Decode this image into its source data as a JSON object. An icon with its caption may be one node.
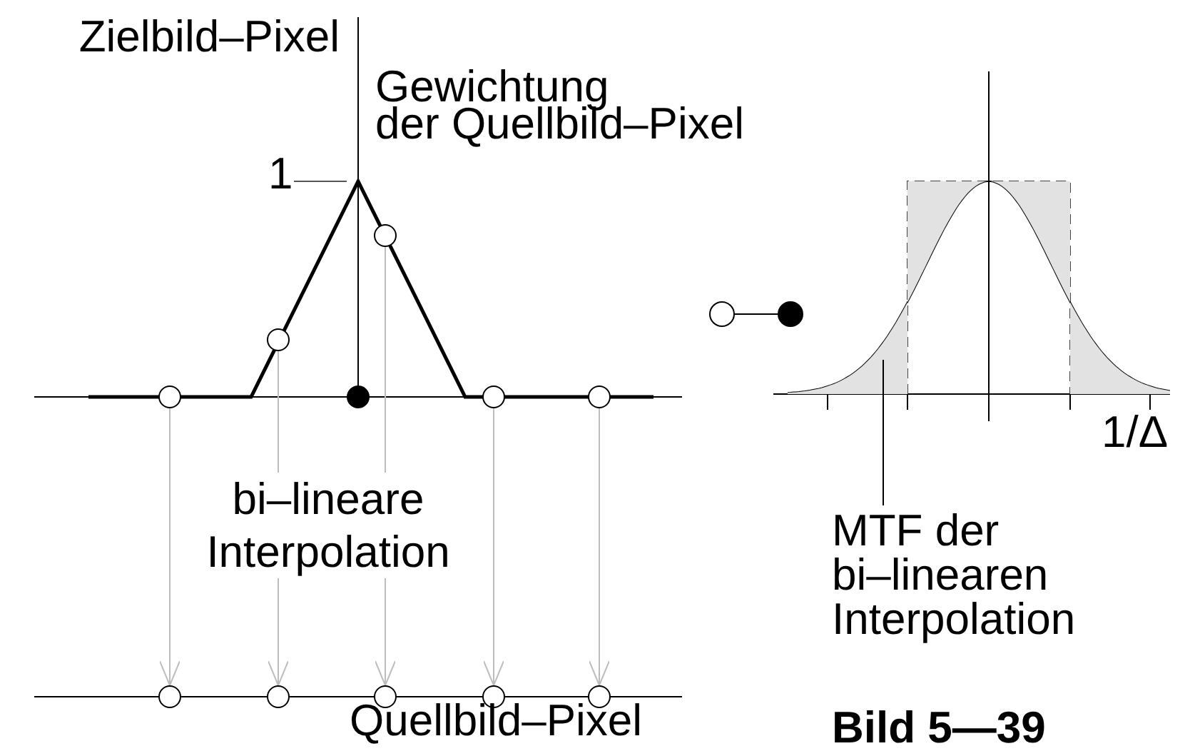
{
  "diagram": {
    "caption": "Bild 5—39",
    "nodes": [
      {
        "text": [],
        "shape": "circle"
      },
      {
        "text": [],
        "shape": "circle"
      },
      {
        "text": [],
        "shape": "circle"
      },
      {
        "text": [],
        "shape": "circle"
      },
      {
        "text": [],
        "shape": "circle"
      },
      {
        "text": [],
        "shape": "circle"
      },
      {
        "text": [],
        "shape": "circle"
      },
      {
        "text": [],
        "shape": "circle"
      },
      {
        "text": [],
        "shape": "circle"
      },
      {
        "text": [],
        "shape": "circle"
      },
      {
        "text": [],
        "shape": "dot"
      },
      {
        "text": [],
        "shape": "circle"
      },
      {
        "text": [],
        "shape": "dot"
      },
      {
        "text": [
          "MTF der bi–linearen Interpolation"
        ]
      },
      {
        "text": [],
        "shape": "area"
      }
    ],
    "edges": [
      {
        "from": 0,
        "to": 5,
        "arrow": "to"
      },
      {
        "from": 1,
        "to": 6,
        "arrow": "to"
      },
      {
        "from": 2,
        "to": 7,
        "arrow": "to"
      },
      {
        "from": 3,
        "to": 8,
        "arrow": "to"
      },
      {
        "from": 4,
        "to": 9,
        "arrow": "to"
      },
      {
        "from": 11,
        "to": 12,
        "arrow": "none",
        "color": "#000000"
      },
      {
        "from": 13,
        "to": 14,
        "arrow": "none",
        "color": "#000000"
      }
    ],
    "labels": [
      "Zielbild–Pixel",
      "Gewichtung der Quellbild–Pixel",
      "1",
      "bi–lineare Interpolation",
      "Quellbild–Pixel",
      "1/Δ"
    ]
  }
}
